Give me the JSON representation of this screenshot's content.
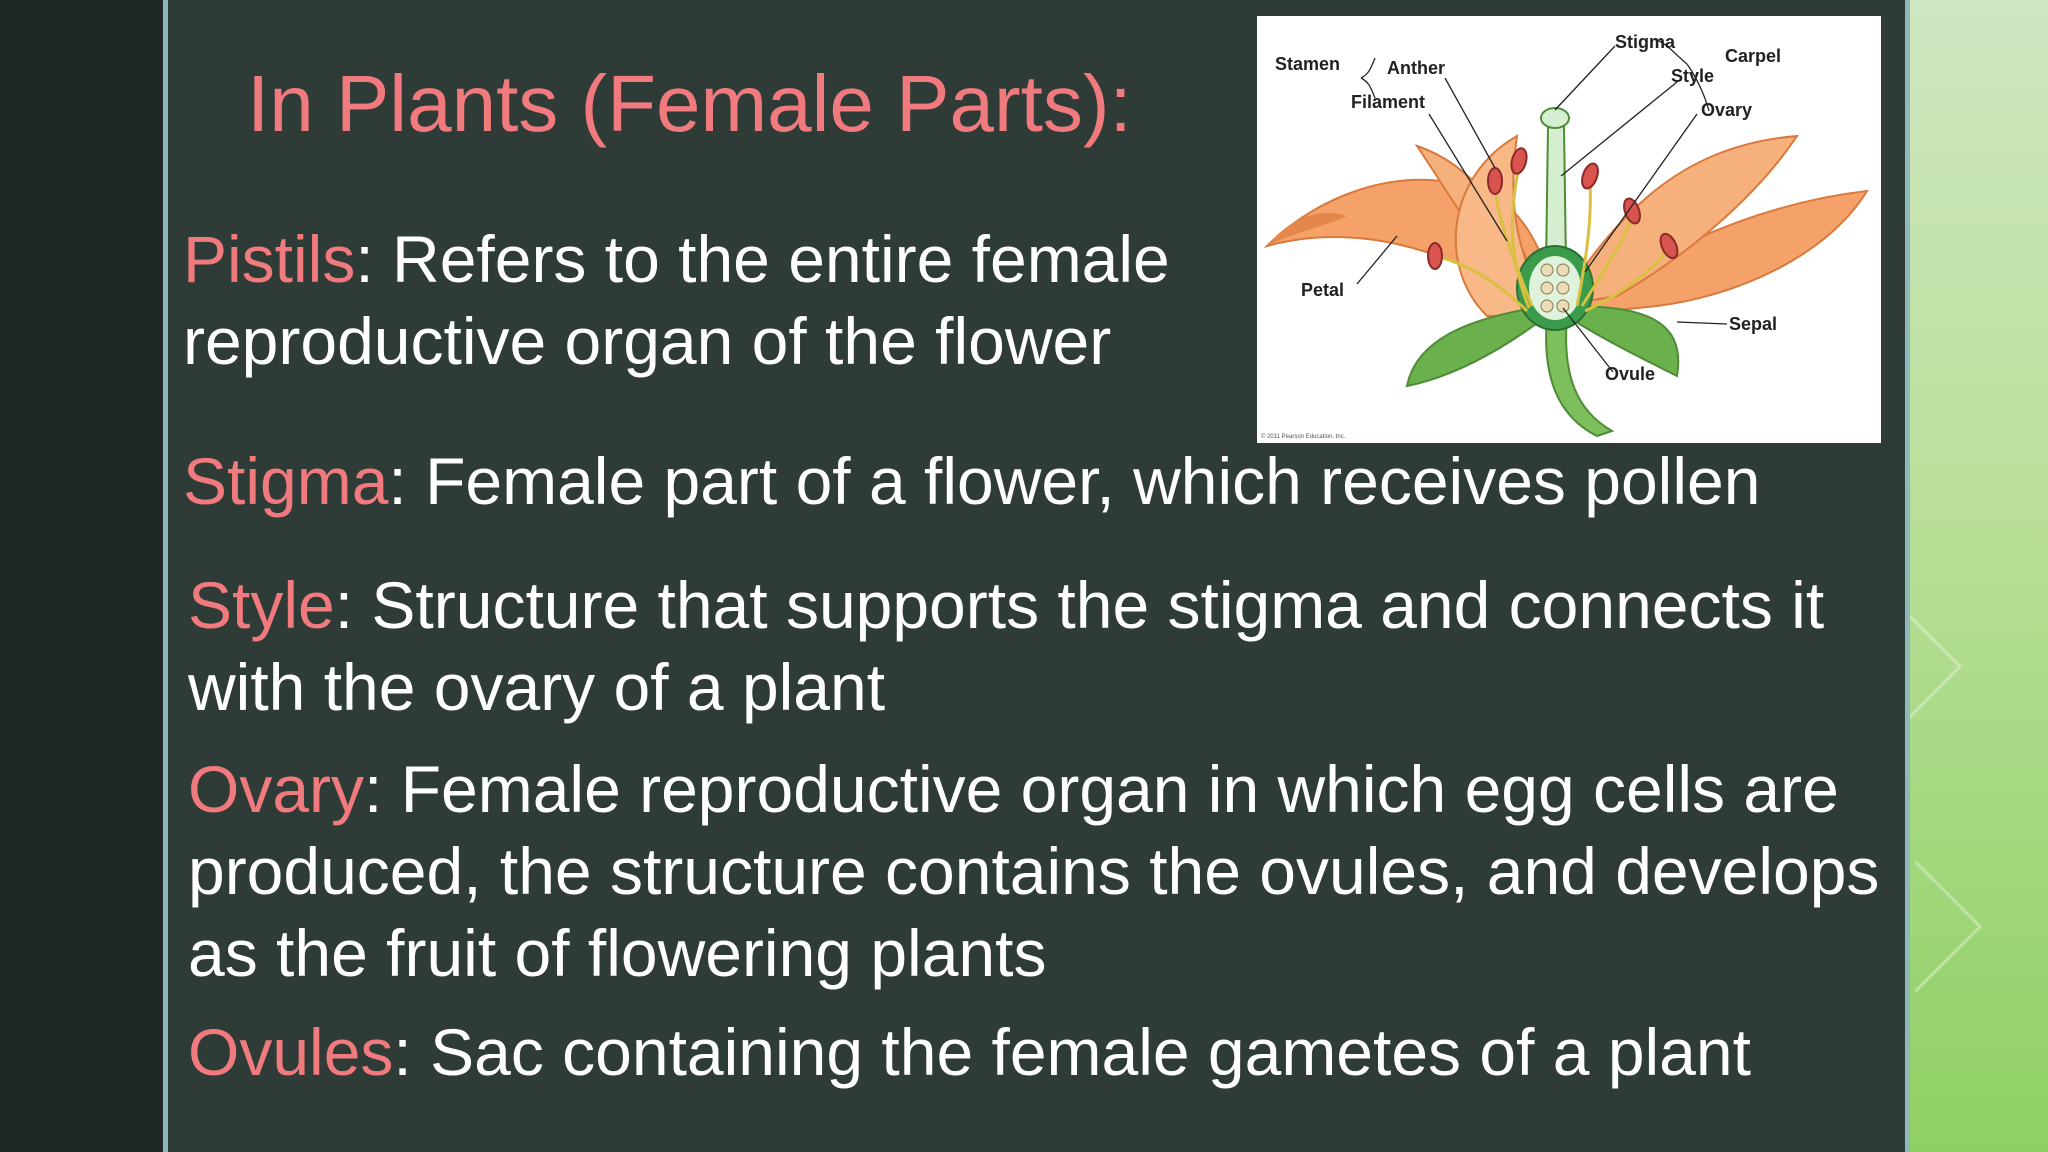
{
  "slide": {
    "title": "In Plants (Female Parts):",
    "definitions": [
      {
        "term": "Pistils",
        "text": ": Refers to the entire female reproductive organ of the flower"
      },
      {
        "term": "Stigma",
        "text": ": Female part of a flower, which receives pollen"
      },
      {
        "term": "Style",
        "text": ": Structure that supports the stigma and connects it with the ovary of a plant"
      },
      {
        "term": "Ovary",
        "text": ": Female reproductive organ in which egg cells are produced, the structure contains the ovules, and develops as the fruit of flowering plants"
      },
      {
        "term": "Ovules",
        "text": ": Sac containing the female gametes of a plant"
      }
    ]
  },
  "diagram": {
    "labels": {
      "stamen": "Stamen",
      "anther": "Anther",
      "filament": "Filament",
      "stigma": "Stigma",
      "carpel": "Carpel",
      "style": "Style",
      "ovary": "Ovary",
      "petal": "Petal",
      "sepal": "Sepal",
      "ovule": "Ovule"
    },
    "credit": "© 2011 Pearson Education, Inc."
  },
  "colors": {
    "accent": "#f07a7e",
    "text": "#ffffff",
    "background": "#2e3b36",
    "petal": "#f4a26a",
    "anther": "#d9534f",
    "sepal": "#6ab04c"
  }
}
